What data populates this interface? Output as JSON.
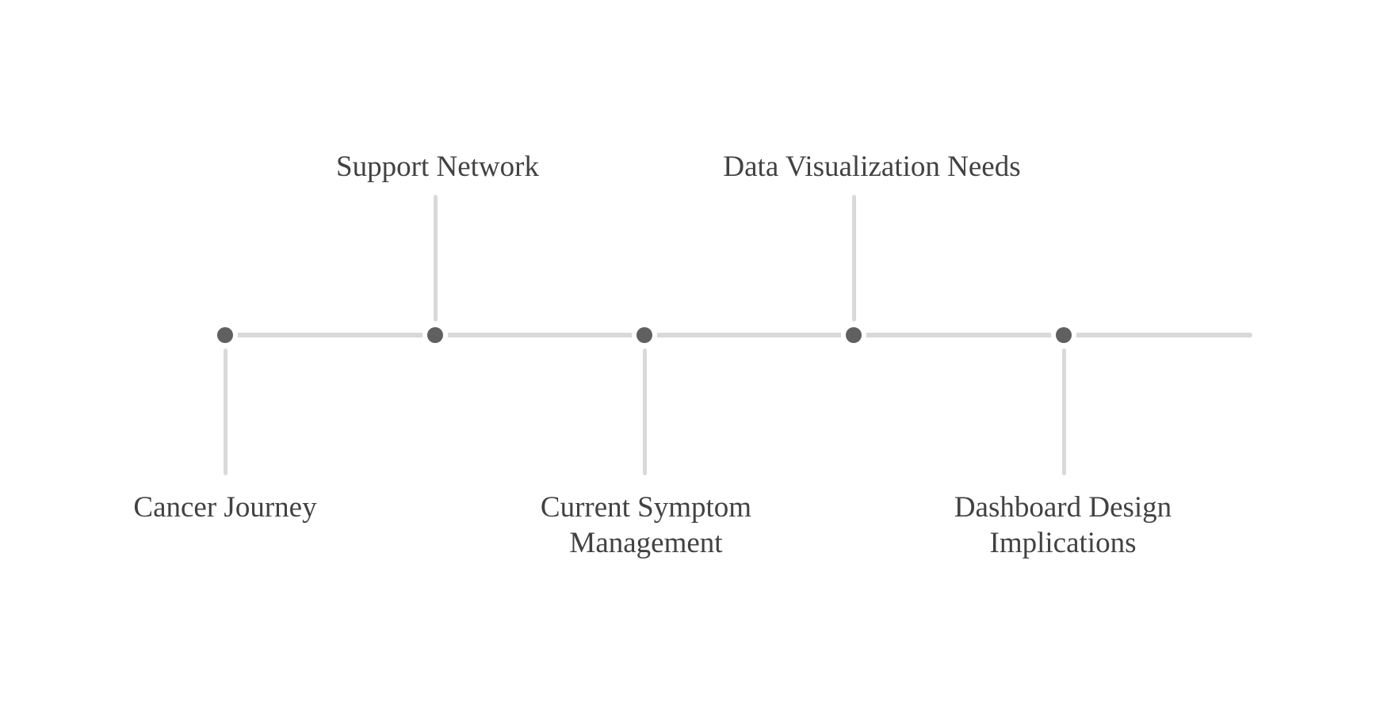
{
  "palette": {
    "background": "#ffffff",
    "line": "#d9d9d9",
    "dot": "#606060",
    "text": "#424242"
  },
  "timeline": {
    "type": "timeline",
    "nodes": [
      {
        "label": "Cancer Journey",
        "side": "below",
        "lines": [
          "Cancer Journey"
        ]
      },
      {
        "label": "Support Network",
        "side": "above",
        "lines": [
          "Support Network"
        ]
      },
      {
        "label": "Current Symptom Management",
        "side": "below",
        "lines": [
          "Current Symptom",
          "Management"
        ]
      },
      {
        "label": "Data Visualization Needs",
        "side": "above",
        "lines": [
          "Data Visualization Needs"
        ]
      },
      {
        "label": "Dashboard Design Implications",
        "side": "below",
        "lines": [
          "Dashboard Design",
          "Implications"
        ]
      }
    ]
  }
}
